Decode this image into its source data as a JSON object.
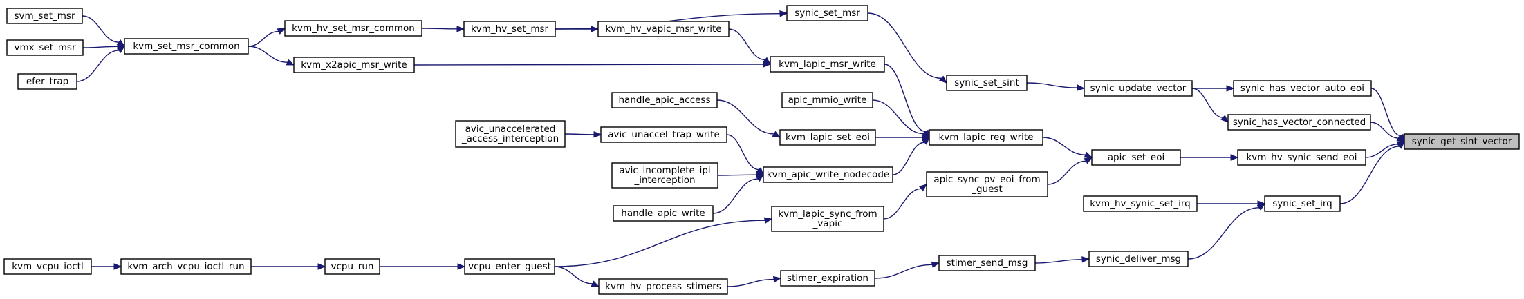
{
  "graph": {
    "highlighted_node": "synic_get_sint_vector",
    "colors": {
      "edge": "#191970",
      "node_border": "#000000",
      "highlight_fill": "#bfbfbf"
    },
    "nodes": [
      {
        "id": "synic_get_sint_vector",
        "lines": [
          "synic_get_sint_vector"
        ]
      },
      {
        "id": "synic_has_vector_auto_eoi",
        "lines": [
          "synic_has_vector_auto_eoi"
        ]
      },
      {
        "id": "synic_has_vector_connected",
        "lines": [
          "synic_has_vector_connected"
        ]
      },
      {
        "id": "kvm_hv_synic_send_eoi",
        "lines": [
          "kvm_hv_synic_send_eoi"
        ]
      },
      {
        "id": "synic_set_irq",
        "lines": [
          "synic_set_irq"
        ]
      },
      {
        "id": "synic_update_vector",
        "lines": [
          "synic_update_vector"
        ]
      },
      {
        "id": "apic_set_eoi",
        "lines": [
          "apic_set_eoi"
        ]
      },
      {
        "id": "kvm_hv_synic_set_irq",
        "lines": [
          "kvm_hv_synic_set_irq"
        ]
      },
      {
        "id": "synic_deliver_msg",
        "lines": [
          "synic_deliver_msg"
        ]
      },
      {
        "id": "synic_set_sint",
        "lines": [
          "synic_set_sint"
        ]
      },
      {
        "id": "kvm_lapic_reg_write",
        "lines": [
          "kvm_lapic_reg_write"
        ]
      },
      {
        "id": "apic_sync_pv_eoi_from_guest",
        "lines": [
          "apic_sync_pv_eoi_from",
          "_guest"
        ]
      },
      {
        "id": "stimer_send_msg",
        "lines": [
          "stimer_send_msg"
        ]
      },
      {
        "id": "synic_set_msr",
        "lines": [
          "synic_set_msr"
        ]
      },
      {
        "id": "kvm_lapic_msr_write",
        "lines": [
          "kvm_lapic_msr_write"
        ]
      },
      {
        "id": "apic_mmio_write",
        "lines": [
          "apic_mmio_write"
        ]
      },
      {
        "id": "kvm_lapic_set_eoi",
        "lines": [
          "kvm_lapic_set_eoi"
        ]
      },
      {
        "id": "kvm_apic_write_nodecode",
        "lines": [
          "kvm_apic_write_nodecode"
        ]
      },
      {
        "id": "kvm_lapic_sync_from_vapic",
        "lines": [
          "kvm_lapic_sync_from",
          "_vapic"
        ]
      },
      {
        "id": "stimer_expiration",
        "lines": [
          "stimer_expiration"
        ]
      },
      {
        "id": "kvm_hv_set_msr",
        "lines": [
          "kvm_hv_set_msr"
        ]
      },
      {
        "id": "kvm_hv_vapic_msr_write",
        "lines": [
          "kvm_hv_vapic_msr_write"
        ]
      },
      {
        "id": "handle_apic_access",
        "lines": [
          "handle_apic_access"
        ]
      },
      {
        "id": "avic_unaccel_trap_write",
        "lines": [
          "avic_unaccel_trap_write"
        ]
      },
      {
        "id": "avic_incomplete_ipi_interception",
        "lines": [
          "avic_incomplete_ipi",
          "_interception"
        ]
      },
      {
        "id": "handle_apic_write",
        "lines": [
          "handle_apic_write"
        ]
      },
      {
        "id": "vcpu_enter_guest",
        "lines": [
          "vcpu_enter_guest"
        ]
      },
      {
        "id": "kvm_hv_process_stimers",
        "lines": [
          "kvm_hv_process_stimers"
        ]
      },
      {
        "id": "kvm_hv_set_msr_common",
        "lines": [
          "kvm_hv_set_msr_common"
        ]
      },
      {
        "id": "kvm_x2apic_msr_write",
        "lines": [
          "kvm_x2apic_msr_write"
        ]
      },
      {
        "id": "avic_unaccelerated_access_interception",
        "lines": [
          "avic_unaccelerated",
          "_access_interception"
        ]
      },
      {
        "id": "vcpu_run",
        "lines": [
          "vcpu_run"
        ]
      },
      {
        "id": "kvm_set_msr_common",
        "lines": [
          "kvm_set_msr_common"
        ]
      },
      {
        "id": "kvm_arch_vcpu_ioctl_run",
        "lines": [
          "kvm_arch_vcpu_ioctl_run"
        ]
      },
      {
        "id": "svm_set_msr",
        "lines": [
          "svm_set_msr"
        ]
      },
      {
        "id": "vmx_set_msr",
        "lines": [
          "vmx_set_msr"
        ]
      },
      {
        "id": "efer_trap",
        "lines": [
          "efer_trap"
        ]
      },
      {
        "id": "kvm_vcpu_ioctl",
        "lines": [
          "kvm_vcpu_ioctl"
        ]
      }
    ],
    "edges": [
      {
        "from": "synic_has_vector_auto_eoi",
        "to": "synic_get_sint_vector"
      },
      {
        "from": "synic_has_vector_connected",
        "to": "synic_get_sint_vector"
      },
      {
        "from": "kvm_hv_synic_send_eoi",
        "to": "synic_get_sint_vector"
      },
      {
        "from": "synic_set_irq",
        "to": "synic_get_sint_vector"
      },
      {
        "from": "synic_update_vector",
        "to": "synic_has_vector_auto_eoi"
      },
      {
        "from": "synic_update_vector",
        "to": "synic_has_vector_connected"
      },
      {
        "from": "apic_set_eoi",
        "to": "kvm_hv_synic_send_eoi"
      },
      {
        "from": "kvm_hv_synic_set_irq",
        "to": "synic_set_irq"
      },
      {
        "from": "synic_deliver_msg",
        "to": "synic_set_irq"
      },
      {
        "from": "synic_set_sint",
        "to": "synic_update_vector"
      },
      {
        "from": "kvm_lapic_reg_write",
        "to": "apic_set_eoi"
      },
      {
        "from": "apic_sync_pv_eoi_from_guest",
        "to": "apic_set_eoi"
      },
      {
        "from": "stimer_send_msg",
        "to": "synic_deliver_msg"
      },
      {
        "from": "synic_set_msr",
        "to": "synic_set_sint"
      },
      {
        "from": "kvm_lapic_msr_write",
        "to": "kvm_lapic_reg_write"
      },
      {
        "from": "apic_mmio_write",
        "to": "kvm_lapic_reg_write"
      },
      {
        "from": "kvm_lapic_set_eoi",
        "to": "kvm_lapic_reg_write"
      },
      {
        "from": "kvm_apic_write_nodecode",
        "to": "kvm_lapic_reg_write"
      },
      {
        "from": "kvm_lapic_sync_from_vapic",
        "to": "apic_sync_pv_eoi_from_guest"
      },
      {
        "from": "stimer_expiration",
        "to": "stimer_send_msg"
      },
      {
        "from": "kvm_hv_set_msr",
        "to": "synic_set_msr"
      },
      {
        "from": "kvm_hv_vapic_msr_write",
        "to": "kvm_lapic_msr_write"
      },
      {
        "from": "kvm_x2apic_msr_write",
        "to": "kvm_lapic_msr_write"
      },
      {
        "from": "handle_apic_access",
        "to": "kvm_lapic_set_eoi"
      },
      {
        "from": "avic_unaccel_trap_write",
        "to": "kvm_apic_write_nodecode"
      },
      {
        "from": "avic_incomplete_ipi_interception",
        "to": "kvm_apic_write_nodecode"
      },
      {
        "from": "handle_apic_write",
        "to": "kvm_apic_write_nodecode"
      },
      {
        "from": "vcpu_enter_guest",
        "to": "kvm_lapic_sync_from_vapic"
      },
      {
        "from": "kvm_hv_process_stimers",
        "to": "stimer_expiration"
      },
      {
        "from": "kvm_hv_set_msr_common",
        "to": "kvm_hv_set_msr"
      },
      {
        "from": "kvm_hv_set_msr",
        "to": "kvm_hv_vapic_msr_write"
      },
      {
        "from": "avic_unaccelerated_access_interception",
        "to": "avic_unaccel_trap_write"
      },
      {
        "from": "vcpu_enter_guest",
        "to": "kvm_hv_process_stimers"
      },
      {
        "from": "kvm_set_msr_common",
        "to": "kvm_hv_set_msr_common"
      },
      {
        "from": "kvm_set_msr_common",
        "to": "kvm_x2apic_msr_write"
      },
      {
        "from": "vcpu_run",
        "to": "vcpu_enter_guest"
      },
      {
        "from": "svm_set_msr",
        "to": "kvm_set_msr_common"
      },
      {
        "from": "vmx_set_msr",
        "to": "kvm_set_msr_common"
      },
      {
        "from": "efer_trap",
        "to": "kvm_set_msr_common"
      },
      {
        "from": "kvm_arch_vcpu_ioctl_run",
        "to": "vcpu_run"
      },
      {
        "from": "kvm_vcpu_ioctl",
        "to": "kvm_arch_vcpu_ioctl_run"
      }
    ]
  }
}
